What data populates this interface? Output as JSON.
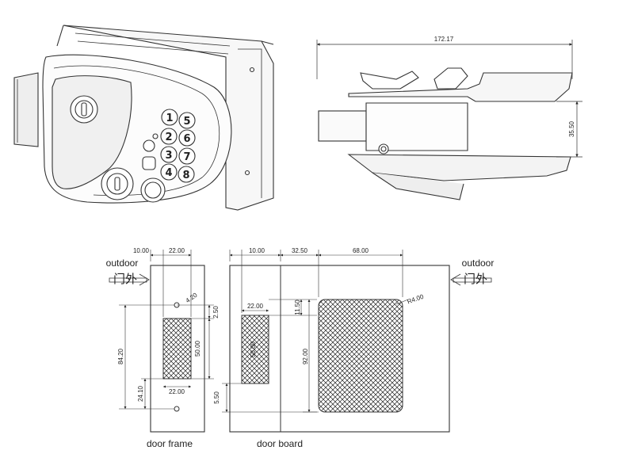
{
  "product_view": {
    "keypad_keys": [
      "1",
      "2",
      "3",
      "4",
      "5",
      "6",
      "7",
      "8"
    ]
  },
  "side_view": {
    "width_dim": "172.17",
    "height_dim": "35.50"
  },
  "door_frame": {
    "outdoor_label": "outdoor",
    "outdoor_cn": "门外",
    "dim_left_margin": "10.00",
    "dim_width": "22.00",
    "dim_hole_radius": "4.20",
    "dim_top_gap": "2.50",
    "dim_cutout_height": "50.00",
    "dim_total_height": "84.20",
    "dim_bottom_offset": "24.10",
    "dim_bottom_width": "22.00",
    "caption": "door frame"
  },
  "door_board": {
    "outdoor_label": "outdoor",
    "outdoor_cn": "门外",
    "dim_left_margin": "10.00",
    "dim_offset": "32.50",
    "dim_cutout_width": "68.00",
    "dim_small_width": "22.00",
    "dim_small_height": "50.00",
    "dim_top_offset": "11.50",
    "dim_corner_radius": "R4.00",
    "dim_cutout_height": "92.00",
    "dim_bottom_offset": "5.50",
    "caption": "door board"
  }
}
